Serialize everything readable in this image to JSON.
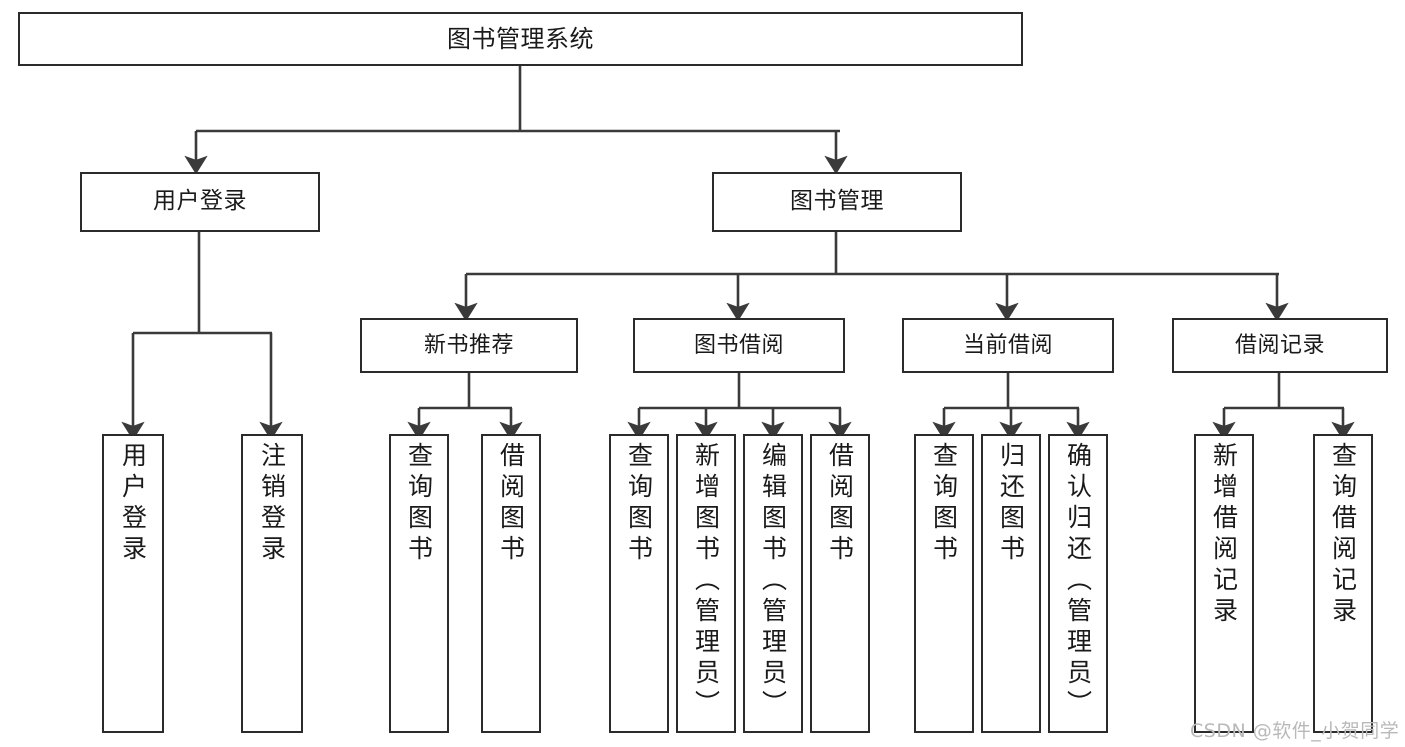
{
  "diagram": {
    "title": "图书管理系统",
    "type": "functional-structure-tree",
    "watermark": "CSDN @软件_小贺同学",
    "colors": {
      "background": "#ffffff",
      "box_border": "#2b2b2b",
      "box_fill": "#ffffff",
      "text": "#1a1a1a",
      "edge": "#3a3a3a",
      "watermark": "#b9b9b9"
    },
    "root": {
      "label": "图书管理系统"
    },
    "level2": [
      {
        "id": "user-login",
        "label": "用户登录"
      },
      {
        "id": "book-management",
        "label": "图书管理"
      }
    ],
    "level3": [
      {
        "id": "new-book-recommend",
        "label": "新书推荐"
      },
      {
        "id": "book-borrow",
        "label": "图书借阅"
      },
      {
        "id": "current-borrow",
        "label": "当前借阅"
      },
      {
        "id": "borrow-record",
        "label": "借阅记录"
      }
    ],
    "leaves": {
      "user_login": [
        {
          "id": "leaf-user-login",
          "label": "用户登录"
        },
        {
          "id": "leaf-logout-login",
          "label": "注销登录"
        }
      ],
      "new_book_recommend": [
        {
          "id": "leaf-query-book-1",
          "label": "查询图书"
        },
        {
          "id": "leaf-borrow-book-1",
          "label": "借阅图书"
        }
      ],
      "book_borrow": [
        {
          "id": "leaf-query-book-2",
          "label": "查询图书"
        },
        {
          "id": "leaf-add-book-admin",
          "label": "新增图书（管理员）"
        },
        {
          "id": "leaf-edit-book-admin",
          "label": "编辑图书（管理员）"
        },
        {
          "id": "leaf-borrow-book-2",
          "label": "借阅图书"
        }
      ],
      "current_borrow": [
        {
          "id": "leaf-query-book-3",
          "label": "查询图书"
        },
        {
          "id": "leaf-return-book",
          "label": "归还图书"
        },
        {
          "id": "leaf-confirm-return-admin",
          "label": "确认归还（管理员）"
        }
      ],
      "borrow_record": [
        {
          "id": "leaf-add-borrow-record",
          "label": "新增借阅记录"
        },
        {
          "id": "leaf-query-borrow-record",
          "label": "查询借阅记录"
        }
      ]
    }
  }
}
